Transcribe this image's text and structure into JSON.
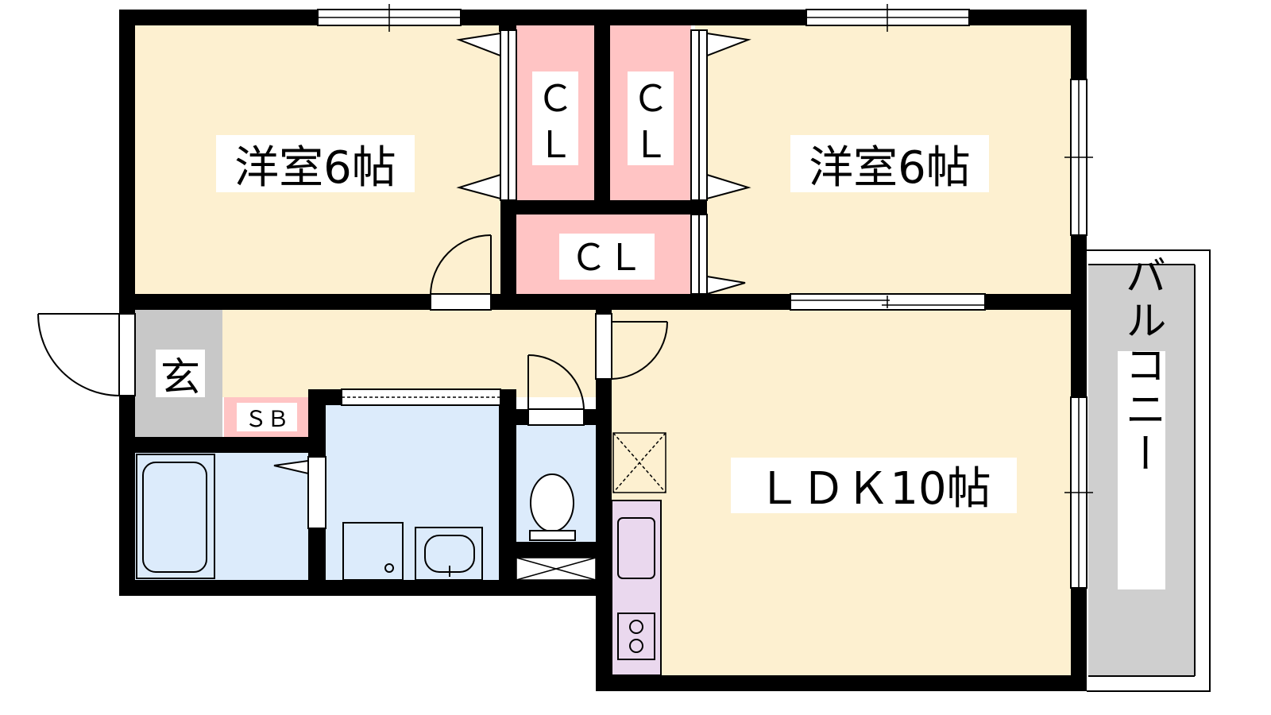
{
  "rooms": {
    "bedroom_left": {
      "label": "洋室6帖",
      "fill": "#fdf0d0"
    },
    "bedroom_right": {
      "label": "洋室6帖",
      "fill": "#fdf0d0"
    },
    "ldk": {
      "label": "ＬＤＫ10帖",
      "fill": "#fdf0d0"
    },
    "hall": {
      "fill": "#fdf0d0"
    },
    "closet_left": {
      "label_top": "Ｃ",
      "label_bottom": "Ｌ",
      "fill": "#ffc4c4"
    },
    "closet_right": {
      "label_top": "Ｃ",
      "label_bottom": "Ｌ",
      "fill": "#ffc4c4"
    },
    "closet_bottom": {
      "label": "ＣＬ",
      "fill": "#ffc4c4"
    },
    "entrance": {
      "label": "玄",
      "fill": "#c8c8c8"
    },
    "shoe_box": {
      "label": "ＳＢ",
      "fill": "#ffc4c4"
    },
    "bath": {
      "fill": "#dcebfb"
    },
    "washroom": {
      "fill": "#dcebfb"
    },
    "toilet": {
      "fill": "#dcebfb"
    },
    "kitchen_counter": {
      "fill": "#ead8ee"
    },
    "balcony": {
      "label": "バルコニー",
      "fill": "#cfcfcf"
    }
  },
  "colors": {
    "wall": "#000000",
    "line": "#000000",
    "window": "#ffffff"
  }
}
